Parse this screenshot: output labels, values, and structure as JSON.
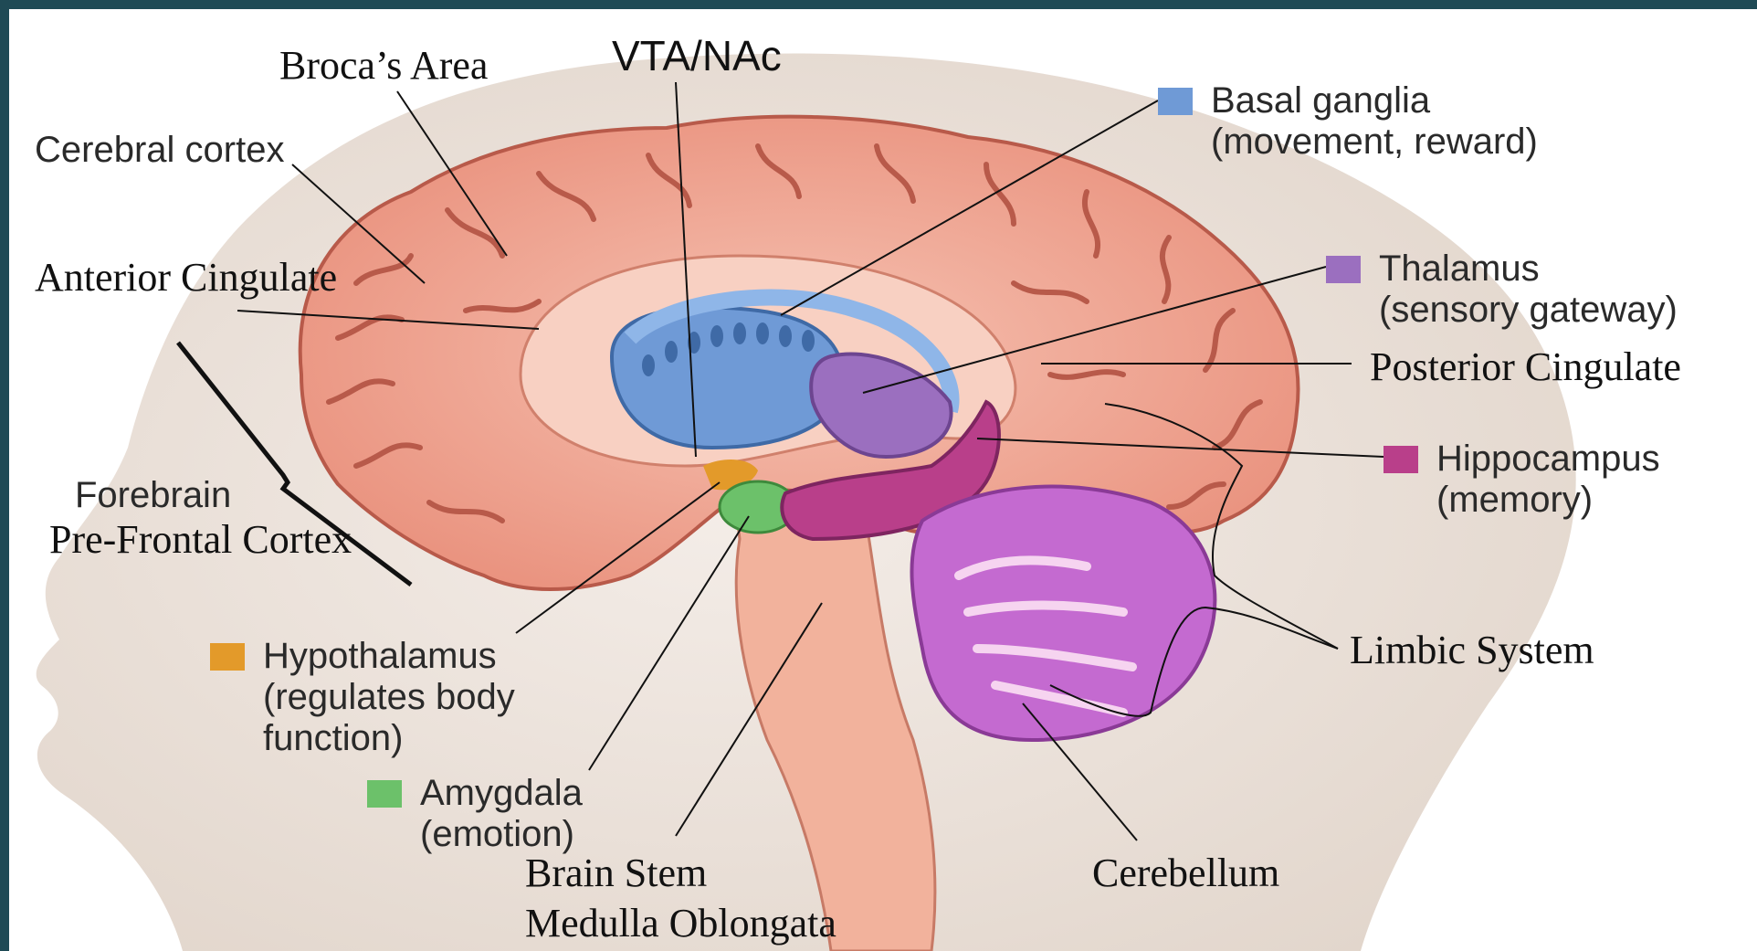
{
  "labels": {
    "brocas_area": "Broca’s Area",
    "vta_nac": "VTA/NAc",
    "cerebral_cortex": "Cerebral cortex",
    "anterior_cingulate": "Anterior Cingulate",
    "forebrain": "Forebrain",
    "prefrontal_cortex": "Pre-Frontal Cortex",
    "posterior_cingulate": "Posterior Cingulate",
    "limbic_system": "Limbic System",
    "brain_stem": "Brain Stem",
    "medulla_oblongata": "Medulla Oblongata",
    "cerebellum": "Cerebellum"
  },
  "legend": {
    "basal_ganglia": {
      "name": "Basal ganglia",
      "desc": "(movement, reward)",
      "color": "#6f9ad6"
    },
    "thalamus": {
      "name": "Thalamus",
      "desc": "(sensory gateway)",
      "color": "#9b6fbf"
    },
    "hippocampus": {
      "name": "Hippocampus",
      "desc": "(memory)",
      "color": "#b93f8a"
    },
    "hypothalamus": {
      "name": "Hypothalamus",
      "desc1": "(regulates body",
      "desc2": "function)",
      "color": "#e39a2a"
    },
    "amygdala": {
      "name": "Amygdala",
      "desc": "(emotion)",
      "color": "#6cc16a"
    }
  },
  "colors": {
    "frame": "#1f4a55",
    "cortex": "#f0a090",
    "cortex_dark": "#b85a4a",
    "head": "#efe6df",
    "cerebellum": "#c46ad0",
    "brainstem": "#f2b29c"
  }
}
